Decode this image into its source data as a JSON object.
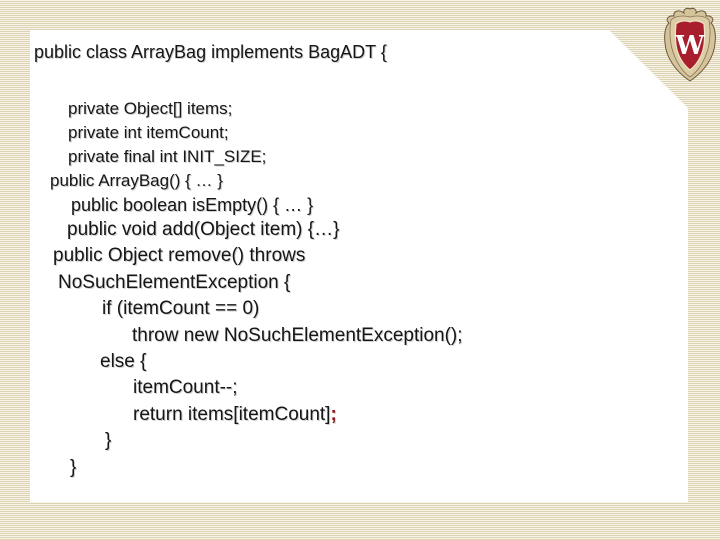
{
  "slide": {
    "title_line": "public class ArrayBag implements BagADT {",
    "code_lines": [
      {
        "text": "private Object[] items;"
      },
      {
        "text": "private int itemCount;"
      },
      {
        "text": "private final int INIT_SIZE;"
      },
      {
        "text": "public ArrayBag() { … }"
      },
      {
        "text": "public boolean isEmpty() { … }"
      },
      {
        "text": "public void add(Object item) {…}"
      },
      {
        "text": "public Object remove() throws"
      },
      {
        "text": "NoSuchElementException {"
      },
      {
        "text": "if (itemCount == 0)"
      },
      {
        "text": "throw new NoSuchElementException();"
      },
      {
        "text": "else {"
      },
      {
        "text": "itemCount--;"
      },
      {
        "text": "return items[itemCount]",
        "highlight_suffix": ";"
      },
      {
        "text": "}"
      },
      {
        "text": "}"
      }
    ],
    "logo": {
      "name": "uw-madison-crest",
      "letter": "W"
    },
    "colors": {
      "highlight_semicolon": "#8b1a1a",
      "stripe_light": "#f7f3e6",
      "stripe_dark": "#dbd3b4",
      "paper": "#ffffff",
      "text": "#161616",
      "crest_red": "#a81e2d",
      "crest_tan": "#d4c49c",
      "crest_outline": "#6e583a"
    }
  }
}
